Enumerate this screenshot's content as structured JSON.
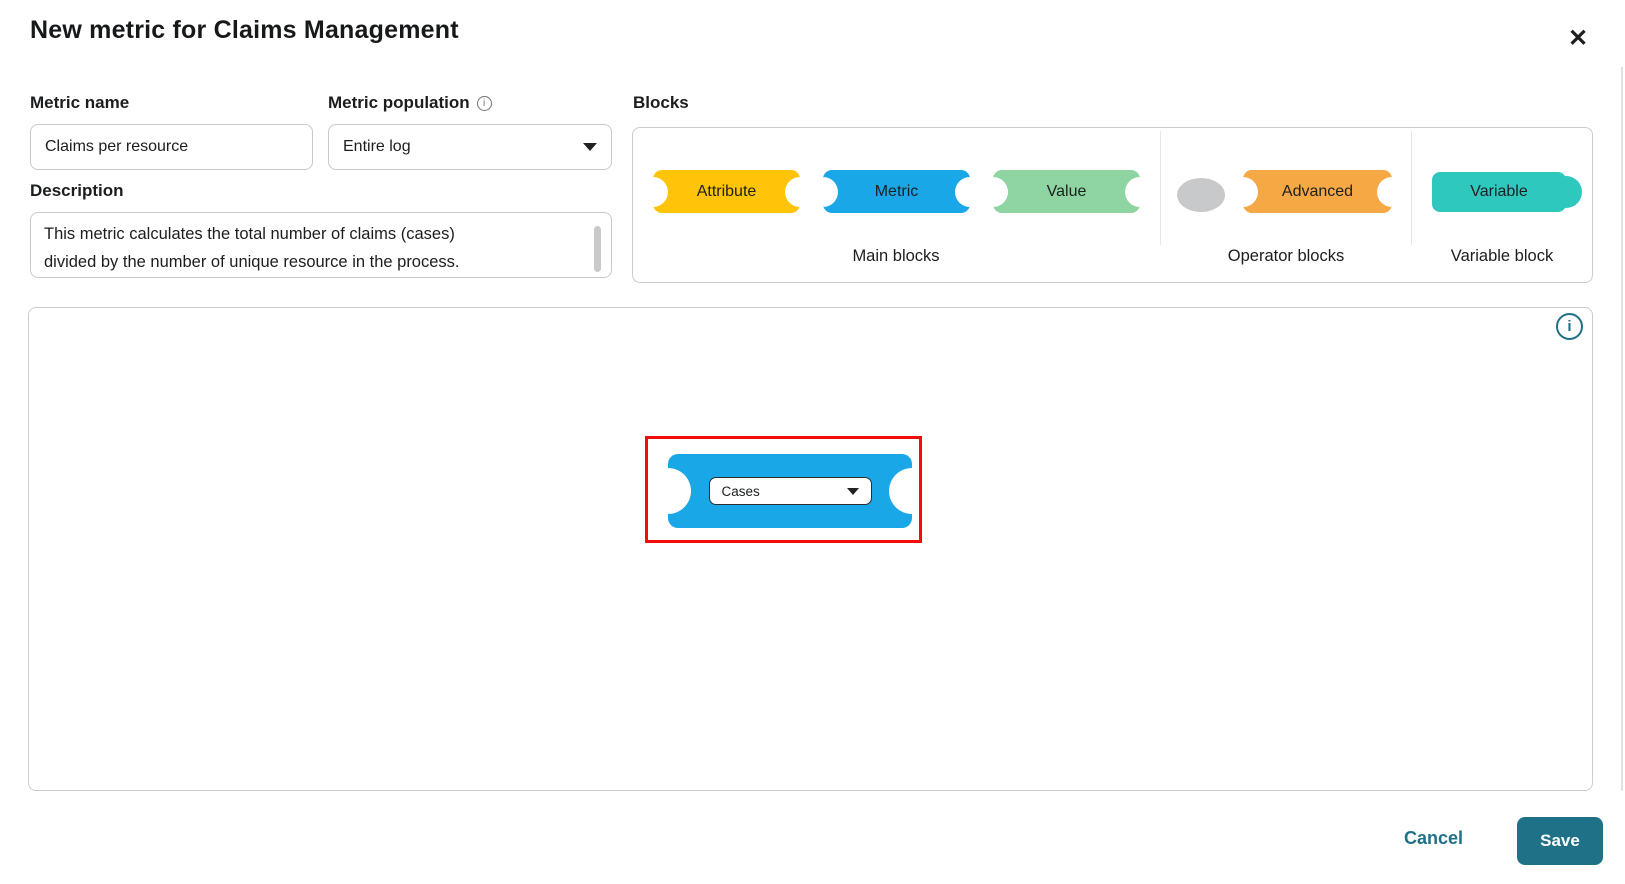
{
  "dialog": {
    "title": "New metric for Claims Management"
  },
  "icons": {
    "close": "✕",
    "info": "i"
  },
  "form": {
    "metric_name": {
      "label": "Metric name",
      "value": "Claims per resource"
    },
    "metric_population": {
      "label": "Metric population",
      "value": "Entire log"
    },
    "description": {
      "label": "Description",
      "value": "This metric calculates the total number of claims (cases) divided by the number of unique resource in the process.",
      "lines": [
        "This metric calculates the total number of claims (cases)",
        "divided by the number of unique resource in the process."
      ]
    }
  },
  "blocks_panel": {
    "label": "Blocks",
    "main_blocks": {
      "caption": "Main blocks",
      "items": [
        {
          "label": "Attribute",
          "color": "#FFC408"
        },
        {
          "label": "Metric",
          "color": "#1AA7E8"
        },
        {
          "label": "Value",
          "color": "#8ED5A2"
        }
      ]
    },
    "operator_blocks": {
      "caption": "Operator blocks",
      "placeholder_color": "#C8C9CA",
      "items": [
        {
          "label": "Advanced",
          "color": "#F5A843"
        }
      ]
    },
    "variable_block": {
      "caption": "Variable block",
      "items": [
        {
          "label": "Variable",
          "color": "#2EC8BF"
        }
      ]
    }
  },
  "canvas": {
    "block": {
      "type": "Metric",
      "color": "#1AA7E8",
      "dropdown_value": "Cases",
      "highlighted": true
    }
  },
  "footer": {
    "cancel_label": "Cancel",
    "save_label": "Save"
  },
  "colors": {
    "primary_teal": "#1E7186",
    "highlight_red": "#F40B0B",
    "title_text": "#16181a",
    "border_gray": "#C6CACE"
  }
}
